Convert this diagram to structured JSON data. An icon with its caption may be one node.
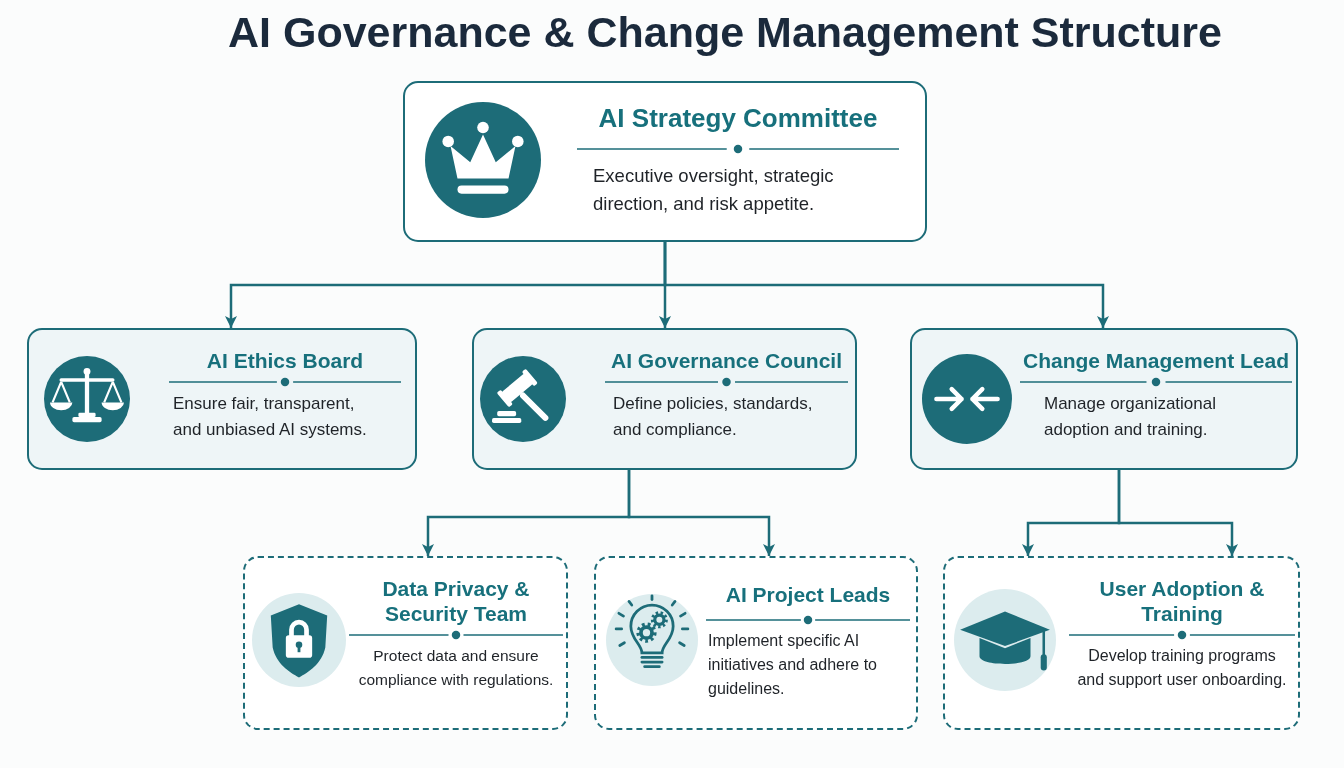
{
  "diagram": {
    "title": "AI Governance & Change Management Structure",
    "nodes": [
      {
        "text": [
          "AI Strategy Committee",
          "Executive oversight, strategic direction, and risk appetite."
        ]
      },
      {
        "text": [
          "AI Ethics Board",
          "Ensure fair, transparent, and unbiased AI systems."
        ]
      },
      {
        "text": [
          "AI Governance Council",
          "Define policies, standards, and compliance."
        ]
      },
      {
        "text": [
          "Change Management Lead",
          "Manage organizational adoption and training."
        ]
      },
      {
        "text": [
          "Data Privacy & Security Team",
          "Protect data and ensure compliance with regulations."
        ]
      },
      {
        "text": [
          "AI Project Leads",
          "Implement specific AI initiatives and adhere to guidelines."
        ]
      },
      {
        "text": [
          "User Adoption & Training",
          "Develop training programs and support user onboarding."
        ]
      }
    ],
    "edges": [
      {
        "from": 0,
        "to": 1,
        "arrow": "to"
      },
      {
        "from": 0,
        "to": 2,
        "arrow": "to"
      },
      {
        "from": 0,
        "to": 3,
        "arrow": "to"
      },
      {
        "from": 2,
        "to": 4,
        "arrow": "to"
      },
      {
        "from": 2,
        "to": 5,
        "arrow": "to"
      },
      {
        "from": 3,
        "to": 6,
        "arrow": "to"
      },
      {
        "from": 3,
        "to": 6,
        "arrow": "to"
      }
    ]
  }
}
